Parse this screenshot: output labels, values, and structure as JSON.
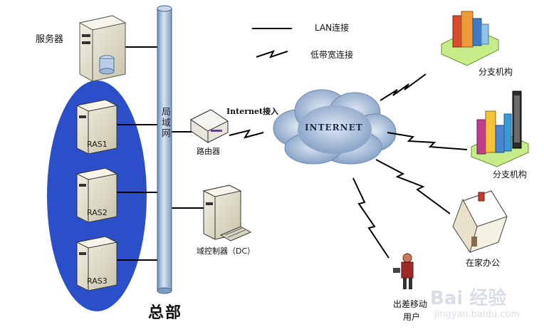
{
  "legend": {
    "lan_label": "LAN连接",
    "lowband_label": "低带宽连接"
  },
  "hq": {
    "server_label": "服务器",
    "lan_bus_label": "局域网",
    "hq_label": "总部",
    "ras_units": [
      "RAS1",
      "RAS2",
      "RAS3"
    ]
  },
  "devices": {
    "router_label": "路由器",
    "internet_access_label": "Internet接入",
    "dc_label": "域控制器（DC）"
  },
  "internet": {
    "cloud_label": "INTERNET"
  },
  "remote": {
    "branch1_label": "分支机构",
    "branch2_label": "分支机构",
    "home_office_label": "在家办公",
    "mobile_user_label_line1": "出差移动",
    "mobile_user_label_line2": "用户"
  },
  "watermark": {
    "brand": "Bai 经验",
    "url": "jingyan.baidu.com"
  },
  "colors": {
    "bus": "#9fb8d8",
    "ellipse": "#2b4fc6",
    "cloud": "#8da7c8",
    "server_body": "#e6e2d0"
  }
}
